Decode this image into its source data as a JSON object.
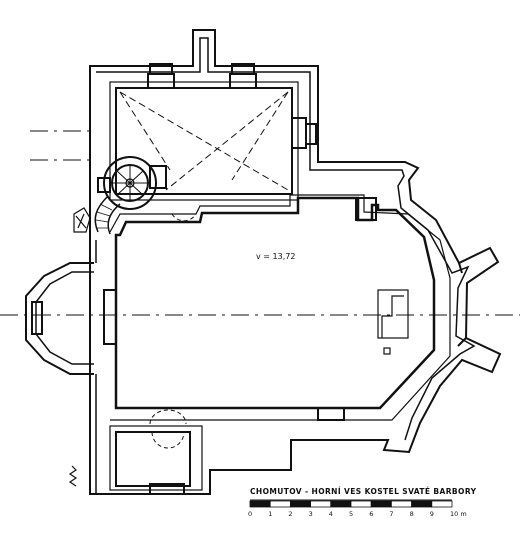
{
  "drawing": {
    "height_label": "v = 13,72",
    "title": "CHOMUTOV - HORNÍ VES KOSTEL SVATÉ BARBORY"
  },
  "scale": {
    "ticks": [
      "0",
      "1",
      "2",
      "3",
      "4",
      "5",
      "6",
      "7",
      "8",
      "9",
      "10 m"
    ]
  }
}
